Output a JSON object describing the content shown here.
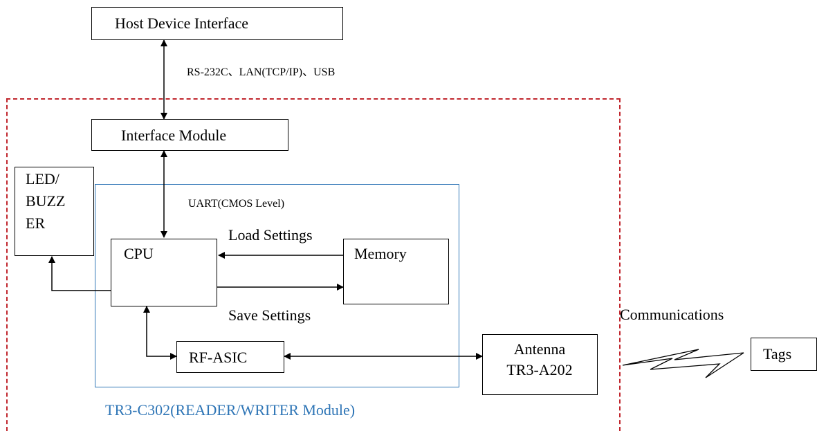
{
  "diagram": {
    "host": {
      "label": "Host Device Interface"
    },
    "host_link": {
      "label": "RS-232C、LAN(TCP/IP)、USB"
    },
    "interface_module": {
      "label": "Interface Module"
    },
    "uart": {
      "label": "UART(CMOS Level)"
    },
    "led": {
      "line1": "LED/",
      "line2": "BUZZ",
      "line3": "ER"
    },
    "cpu": {
      "label": "CPU"
    },
    "memory": {
      "label": "Memory"
    },
    "load_settings": {
      "label": "Load Settings"
    },
    "save_settings": {
      "label": "Save Settings"
    },
    "rf_asic": {
      "label": "RF-ASIC"
    },
    "antenna": {
      "line1": "Antenna",
      "line2": "TR3-A202"
    },
    "communications": {
      "label": "Communications"
    },
    "tags": {
      "label": "Tags"
    },
    "module_caption": {
      "label": "TR3-C302(READER/WRITER Module)"
    }
  },
  "colors": {
    "dashed_border": "#c0262d",
    "module_border": "#2e75b6",
    "module_caption": "#2e75b6",
    "lines": "#000000"
  }
}
